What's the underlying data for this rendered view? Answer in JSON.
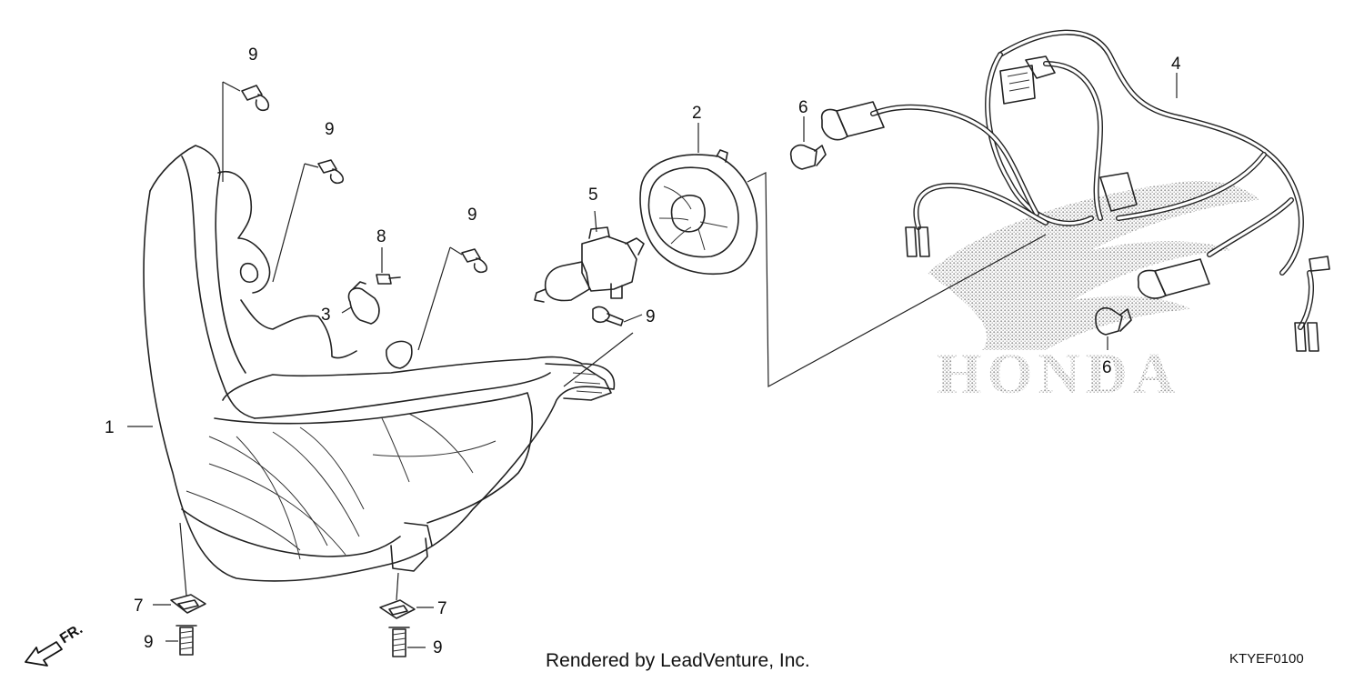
{
  "diagram": {
    "callouts": [
      {
        "id": "c1",
        "text": "1"
      },
      {
        "id": "c2",
        "text": "2"
      },
      {
        "id": "c3",
        "text": "3"
      },
      {
        "id": "c4",
        "text": "4"
      },
      {
        "id": "c5",
        "text": "5"
      },
      {
        "id": "c6a",
        "text": "6"
      },
      {
        "id": "c6b",
        "text": "6"
      },
      {
        "id": "c7a",
        "text": "7"
      },
      {
        "id": "c7b",
        "text": "7"
      },
      {
        "id": "c8",
        "text": "8"
      },
      {
        "id": "c9a",
        "text": "9"
      },
      {
        "id": "c9b",
        "text": "9"
      },
      {
        "id": "c9c",
        "text": "9"
      },
      {
        "id": "c9d",
        "text": "9"
      },
      {
        "id": "c9e",
        "text": "9"
      },
      {
        "id": "c9f",
        "text": "9"
      }
    ],
    "watermark_brand": "HONDA",
    "direction_label": "FR.",
    "footer_credit": "Rendered by LeadVenture, Inc.",
    "diagram_code": "KTYEF0100"
  }
}
